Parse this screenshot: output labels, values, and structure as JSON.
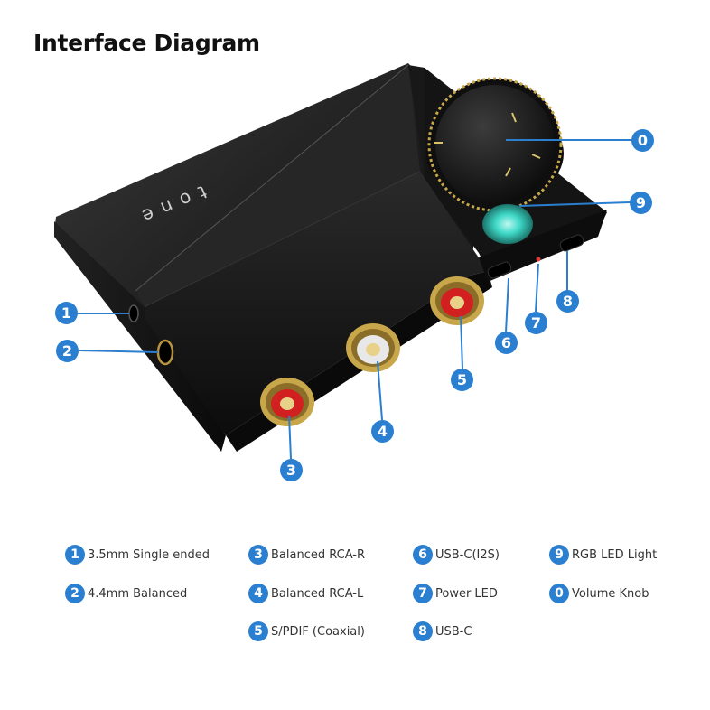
{
  "title": "Interface Diagram",
  "device_logo": "tone",
  "callouts": [
    {
      "num": "0",
      "label": "Volume Knob"
    },
    {
      "num": "9",
      "label": "RGB LED Light"
    },
    {
      "num": "8",
      "label": "USB-C"
    },
    {
      "num": "7",
      "label": "Power LED"
    },
    {
      "num": "6",
      "label": "USB-C(I2S)"
    },
    {
      "num": "1",
      "label": "3.5mm Single ended"
    },
    {
      "num": "2",
      "label": "4.4mm Balanced"
    },
    {
      "num": "5",
      "label": "S/PDIF (Coaxial)"
    },
    {
      "num": "4",
      "label": "Balanced RCA-L"
    },
    {
      "num": "3",
      "label": "Balanced RCA-R"
    }
  ],
  "legend": [
    {
      "num": "1",
      "label": "3.5mm Single ended"
    },
    {
      "num": "2",
      "label": "4.4mm Balanced"
    },
    {
      "num": "3",
      "label": "Balanced RCA-R"
    },
    {
      "num": "4",
      "label": "Balanced RCA-L"
    },
    {
      "num": "5",
      "label": "S/PDIF (Coaxial)"
    },
    {
      "num": "6",
      "label": "USB-C(I2S)"
    },
    {
      "num": "7",
      "label": "Power LED"
    },
    {
      "num": "8",
      "label": "USB-C"
    },
    {
      "num": "9",
      "label": "RGB LED Light"
    },
    {
      "num": "0",
      "label": "Volume Knob"
    }
  ],
  "colors": {
    "badge": "#2a7fd0",
    "device_body": "#1a1a1a",
    "gold": "#c8a64a",
    "rca_red": "#d21f1f",
    "rca_white": "#e8e8e8",
    "led_cyan": "#3fd9c8",
    "power_led": "#e33a3a"
  }
}
